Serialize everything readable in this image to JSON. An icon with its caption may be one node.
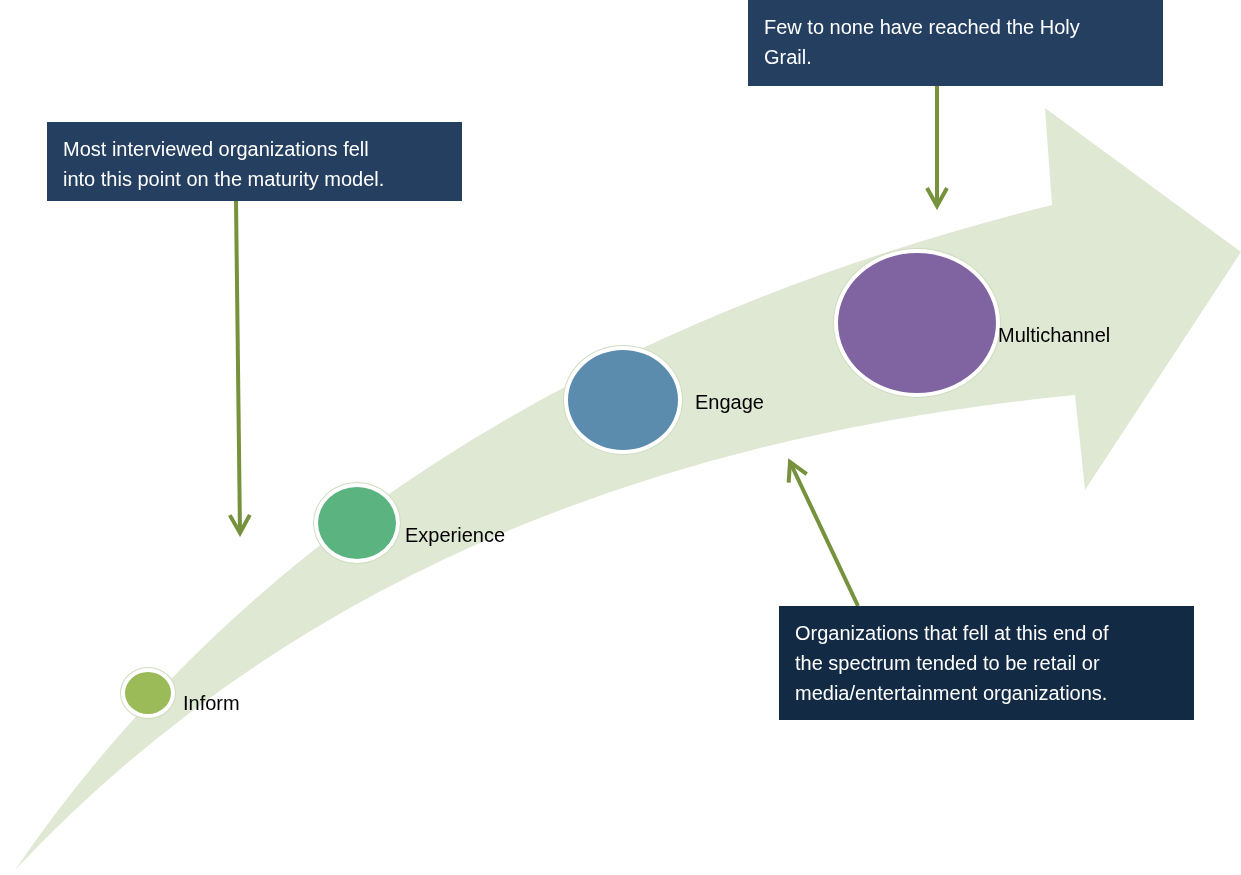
{
  "diagram": {
    "nodes": [
      {
        "text": [
          "Few to none have reached the Holy Grail."
        ]
      },
      {
        "text": [
          "Most interviewed organizations fell into this point on the maturity model."
        ]
      },
      {
        "text": [],
        "shape": "circle",
        "beside": [
          "Inform"
        ]
      },
      {
        "text": [],
        "shape": "circle",
        "beside": [
          "Experience"
        ]
      },
      {
        "text": [],
        "shape": "circle",
        "beside": [
          "Engage"
        ]
      },
      {
        "text": [],
        "shape": "circle",
        "beside": [
          "Multichannel"
        ]
      },
      {
        "text": [
          "Organizations that fell at this end of the spectrum tended to be retail or media/entertainment organizations."
        ]
      }
    ],
    "edges": [
      {
        "from": 0,
        "to": null,
        "arrow": "to"
      },
      {
        "from": 1,
        "to": null,
        "arrow": "to"
      },
      {
        "from": 6,
        "to": null,
        "arrow": "to"
      }
    ]
  }
}
